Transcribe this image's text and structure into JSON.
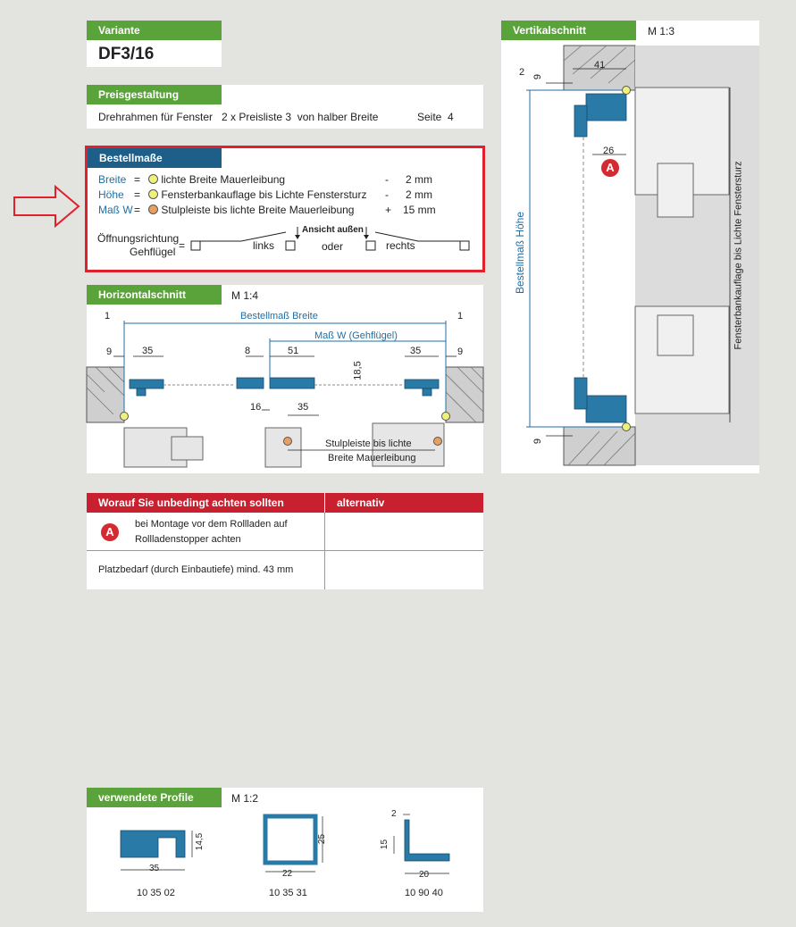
{
  "variante": {
    "label": "Variante",
    "value": "DF3/16"
  },
  "preis": {
    "label": "Preisgestaltung",
    "text": "Drehrahmen für Fenster   2 x Preisliste 3  von halber Breite",
    "seite_label": "Seite",
    "seite_value": "4"
  },
  "bestell": {
    "label": "Bestellmaße",
    "rows": [
      {
        "key": "Breite",
        "eq": "=",
        "text": "lichte Breite Mauerleibung",
        "sign": "-",
        "value": "2 mm",
        "marker": "yellow"
      },
      {
        "key": "Höhe",
        "eq": "=",
        "text": "Fensterbankauflage bis Lichte Fenstersturz",
        "sign": "-",
        "value": "2 mm",
        "marker": "yellow"
      },
      {
        "key": "Maß W",
        "eq": "=",
        "text": "Stulpleiste bis lichte Breite Mauerleibung",
        "sign": "+",
        "value": "15 mm",
        "marker": "orange"
      }
    ],
    "oeffnung_line1": "Öffnungsrichtung",
    "oeffnung_line2": "Gehflügel",
    "oeffnung_eq": "=",
    "ansicht": "Ansicht außen",
    "links": "links",
    "oder": "oder",
    "rechts": "rechts"
  },
  "horizontal": {
    "label": "Horizontalschnitt",
    "scale": "M 1:4",
    "dims": {
      "bestellmass_breite": "Bestellmaß Breite",
      "mass_w": "Maß W (Gehflügel)",
      "d1a": "1",
      "d1b": "1",
      "d9a": "9",
      "d9b": "9",
      "d35a": "35",
      "d8": "8",
      "d51": "51",
      "d35b": "35",
      "d18_5": "18,5",
      "d16": "16",
      "d35c": "35"
    },
    "note_line1": "Stulpleiste bis lichte",
    "note_line2": "Breite Mauerleibung"
  },
  "vertikal": {
    "label": "Vertikalschnitt",
    "scale": "M 1:3",
    "dims": {
      "d2": "2",
      "d9a": "9",
      "d41": "41",
      "d26": "26",
      "d9b": "9"
    },
    "marker": "A",
    "left_label": "Bestellmaß Höhe",
    "right_label": "Fensterbankauflage bis Lichte Fenstersturz"
  },
  "achten": {
    "label": "Worauf Sie unbedingt achten sollten",
    "alt_label": "alternativ",
    "marker": "A",
    "row1_line1": "bei Montage vor dem Rollladen auf",
    "row1_line2": "Rollladenstopper achten",
    "row2": "Platzbedarf (durch Einbautiefe) mind. 43 mm"
  },
  "profile": {
    "label": "verwendete Profile",
    "scale": "M 1:2",
    "items": [
      {
        "id": "10 35 02",
        "w": "35",
        "h": "14,5"
      },
      {
        "id": "10 35 31",
        "w": "22",
        "h": "25"
      },
      {
        "id": "10 90 40",
        "top": "2",
        "w": "20",
        "h": "15"
      }
    ]
  },
  "colors": {
    "green": "#5aa33a",
    "blue": "#1e5f8a",
    "red": "#c8202f",
    "dimension": "#1f6ea5",
    "highlight": "#e0202a"
  }
}
